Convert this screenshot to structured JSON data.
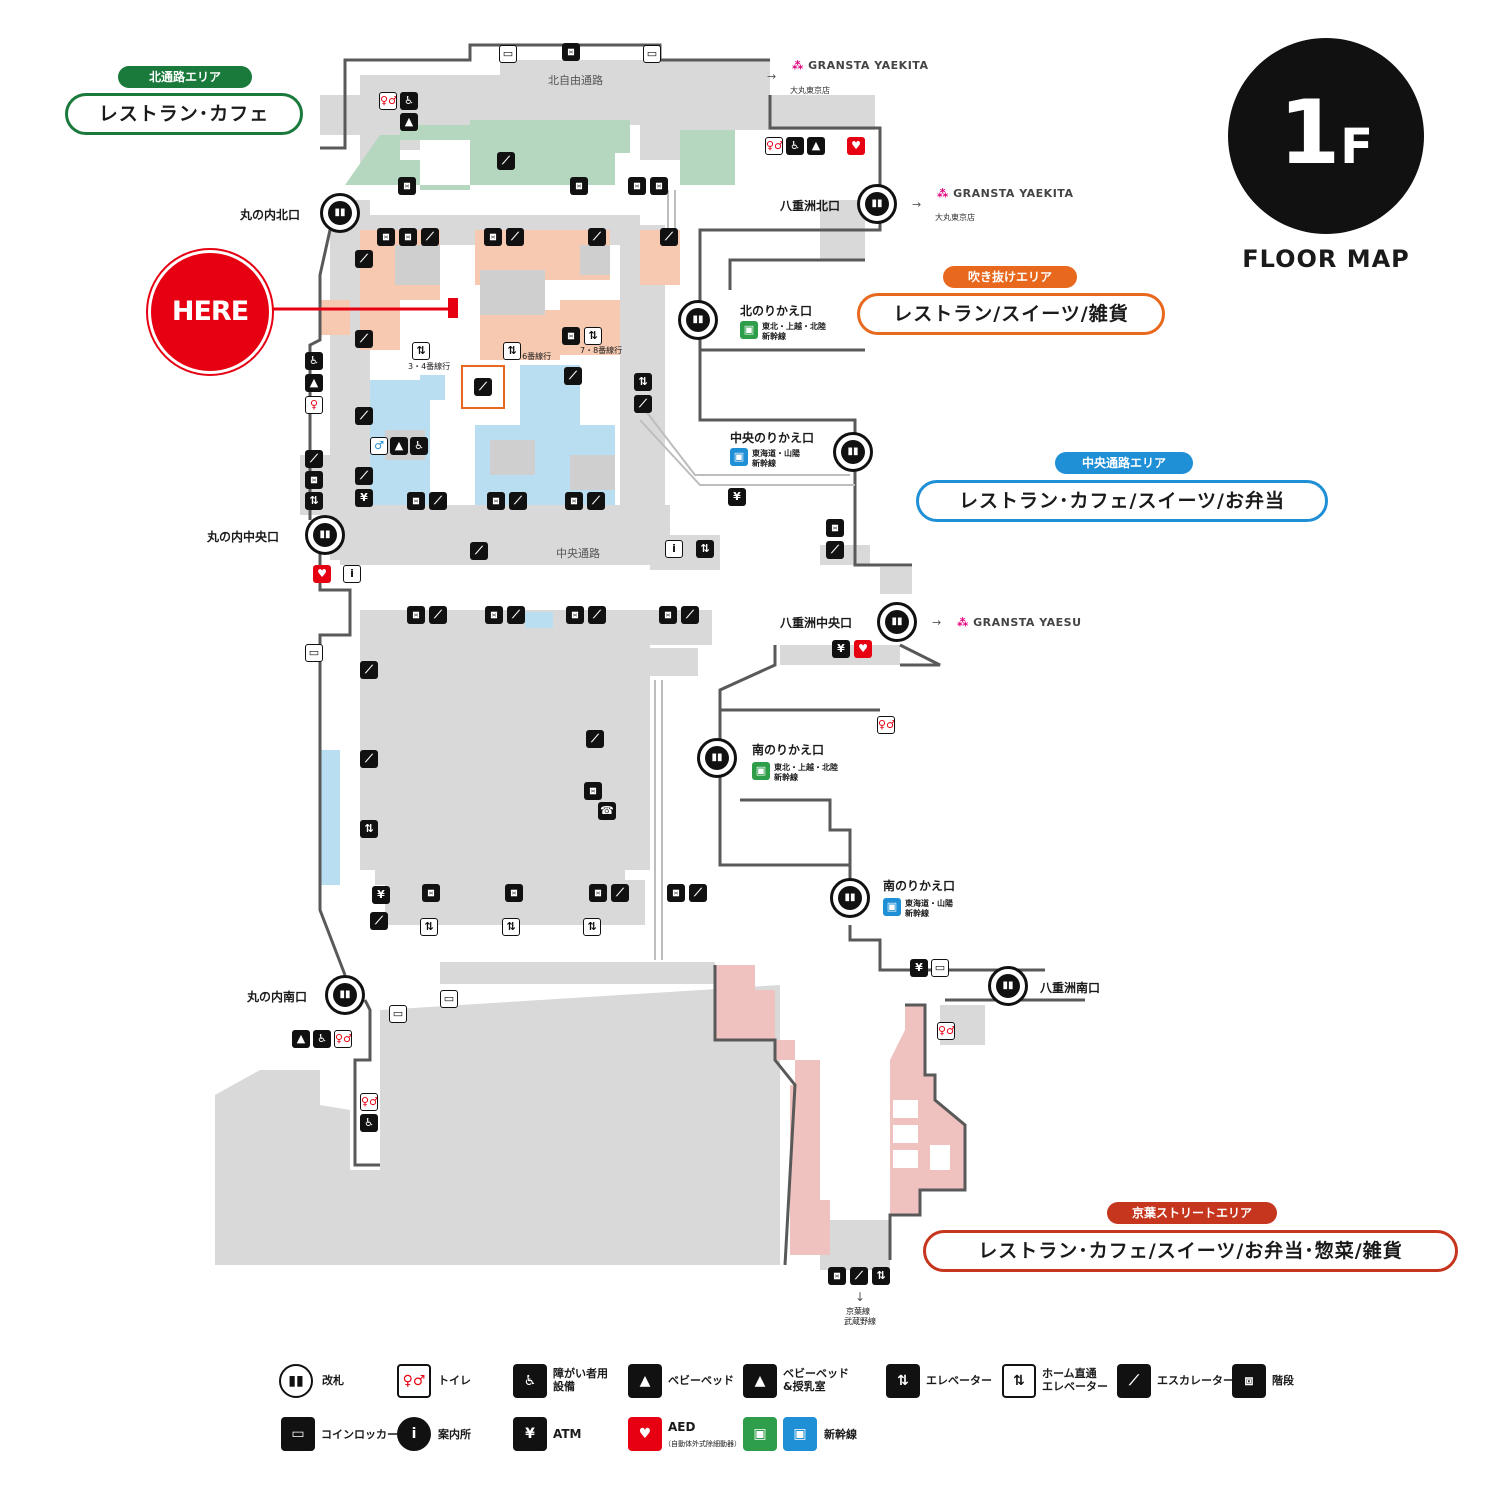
{
  "floor": {
    "number": "1",
    "suffix": "F",
    "caption": "FLOOR MAP"
  },
  "here": "HERE",
  "areas": {
    "north": {
      "tag": "北通路エリア",
      "label": "レストラン･カフェ",
      "color": "#1a7a3c"
    },
    "atrium": {
      "tag": "吹き抜けエリア",
      "label": "レストラン/スイーツ/雑貨",
      "color": "#e8681e"
    },
    "central": {
      "tag": "中央通路エリア",
      "label": "レストラン･カフェ/スイーツ/お弁当",
      "color": "#1f8fd6"
    },
    "keiyo": {
      "tag": "京葉ストリートエリア",
      "label": "レストラン･カフェ/スイーツ/お弁当･惣菜/雑貨",
      "color": "#c6361e"
    }
  },
  "gates": {
    "marunouchi_north": "丸の内北口",
    "marunouchi_central": "丸の内中央口",
    "marunouchi_south": "丸の内南口",
    "yaesu_north": "八重洲北口",
    "yaesu_central": "八重洲中央口",
    "yaesu_south": "八重洲南口",
    "north_transfer": "北のりかえ口",
    "central_transfer": "中央のりかえ口",
    "south_transfer_1": "南のりかえ口",
    "south_transfer_2": "南のりかえ口"
  },
  "transfer_notes": {
    "north_transfer": [
      "東北・上越・北陸",
      "新幹線"
    ],
    "central_transfer": [
      "東海道・山陽",
      "新幹線"
    ],
    "south_transfer_1": [
      "東北・上越・北陸",
      "新幹線"
    ],
    "south_transfer_2": [
      "東海道・山陽",
      "新幹線"
    ]
  },
  "corridors": {
    "north_free_passage": "北自由通路",
    "central_passage": "中央通路",
    "keiyo_line": [
      "京葉線",
      "武蔵野線"
    ]
  },
  "elevator_tags": {
    "e34": "3・4番線行",
    "e56": "5・6番線行",
    "e78": "7・8番線行"
  },
  "brands": {
    "gransta_yaekita": "GRANSTA YAEKITA",
    "daimaru": "大丸東京店",
    "gransta_yaesu": "GRANSTA YAESU"
  },
  "legend": [
    {
      "icon": "ticket-gate-icon",
      "label": "改札"
    },
    {
      "icon": "toilet-icon",
      "label": "トイレ"
    },
    {
      "icon": "accessible-facility-icon",
      "label": "障がい者用\n設備"
    },
    {
      "icon": "baby-bed-icon",
      "label": "ベビーベッド"
    },
    {
      "icon": "baby-bed-nursing-icon",
      "label": "ベビーベッド\n&授乳室"
    },
    {
      "icon": "elevator-icon",
      "label": "エレベーター"
    },
    {
      "icon": "platform-elevator-icon",
      "label": "ホーム直通\nエレベーター"
    },
    {
      "icon": "escalator-icon",
      "label": "エスカレーター"
    },
    {
      "icon": "stairs-icon",
      "label": "階段"
    },
    {
      "icon": "coin-locker-icon",
      "label": "コインロッカー"
    },
    {
      "icon": "information-icon",
      "label": "案内所"
    },
    {
      "icon": "atm-icon",
      "label": "ATM"
    },
    {
      "icon": "aed-icon",
      "label": "AED",
      "note": "（自動体外式除細動器）"
    },
    {
      "icon": "shinkansen-icon",
      "label": "新幹線"
    }
  ],
  "colors": {
    "walkway": "#d9d9d9",
    "area_green": "#b5d6bf",
    "area_orange": "#f6c9b0",
    "area_blue": "#b9ddf1",
    "area_red": "#efc1bf",
    "here_red": "#e60012",
    "wall": "#595959"
  }
}
